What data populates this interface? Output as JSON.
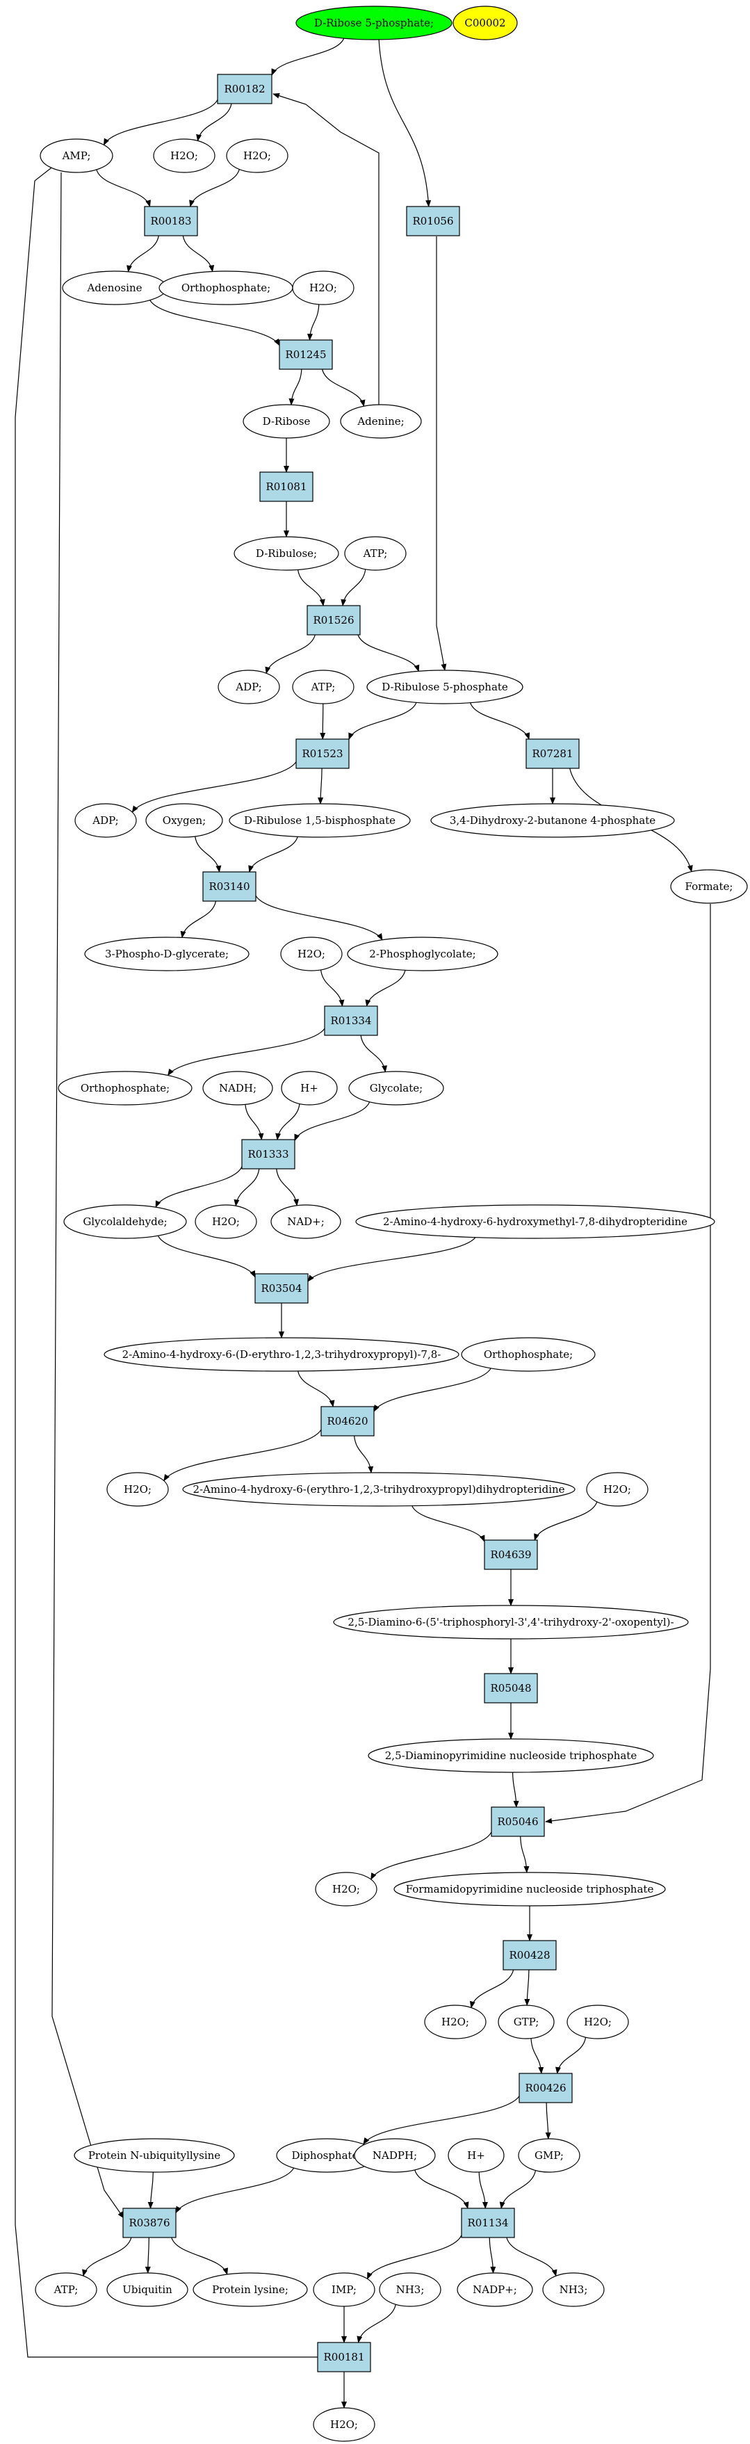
{
  "colors": {
    "reaction_fill": "#add8e6",
    "compound_fill": "#ffffff",
    "start_fill": "#00ff00",
    "highlight_fill": "#ffff00",
    "stroke": "#000000"
  },
  "nodes": [
    {
      "id": "n_d_ribose_5p",
      "label": "D-Ribose 5-phosphate;",
      "kind": "start"
    },
    {
      "id": "n_c00002",
      "label": "C00002",
      "kind": "highlight"
    },
    {
      "id": "r_R00182",
      "label": "R00182",
      "kind": "reaction"
    },
    {
      "id": "n_amp",
      "label": "AMP;",
      "kind": "compound"
    },
    {
      "id": "n_h2o_1",
      "label": "H2O;",
      "kind": "compound"
    },
    {
      "id": "n_h2o_2",
      "label": "H2O;",
      "kind": "compound"
    },
    {
      "id": "r_R01056",
      "label": "R01056",
      "kind": "reaction"
    },
    {
      "id": "r_R00183",
      "label": "R00183",
      "kind": "reaction"
    },
    {
      "id": "n_adenosine",
      "label": "Adenosine",
      "kind": "compound"
    },
    {
      "id": "n_orthophosphate_1",
      "label": "Orthophosphate;",
      "kind": "compound"
    },
    {
      "id": "n_h2o_3",
      "label": "H2O;",
      "kind": "compound"
    },
    {
      "id": "r_R01245",
      "label": "R01245",
      "kind": "reaction"
    },
    {
      "id": "n_d_ribose",
      "label": "D-Ribose",
      "kind": "compound"
    },
    {
      "id": "n_adenine",
      "label": "Adenine;",
      "kind": "compound"
    },
    {
      "id": "r_R01081",
      "label": "R01081",
      "kind": "reaction"
    },
    {
      "id": "n_d_ribulose",
      "label": "D-Ribulose;",
      "kind": "compound"
    },
    {
      "id": "n_atp_1",
      "label": "ATP;",
      "kind": "compound"
    },
    {
      "id": "r_R01526",
      "label": "R01526",
      "kind": "reaction"
    },
    {
      "id": "n_adp_1",
      "label": "ADP;",
      "kind": "compound"
    },
    {
      "id": "n_atp_2",
      "label": "ATP;",
      "kind": "compound"
    },
    {
      "id": "n_d_ribulose_5p",
      "label": "D-Ribulose 5-phosphate",
      "kind": "compound"
    },
    {
      "id": "r_R01523",
      "label": "R01523",
      "kind": "reaction"
    },
    {
      "id": "r_R07281",
      "label": "R07281",
      "kind": "reaction"
    },
    {
      "id": "n_adp_2",
      "label": "ADP;",
      "kind": "compound"
    },
    {
      "id": "n_oxygen",
      "label": "Oxygen;",
      "kind": "compound"
    },
    {
      "id": "n_d_ribulose_15bp",
      "label": "D-Ribulose 1,5-bisphosphate",
      "kind": "compound"
    },
    {
      "id": "n_dihydroxy_butanone_4p",
      "label": "3,4-Dihydroxy-2-butanone 4-phosphate",
      "kind": "compound"
    },
    {
      "id": "n_formate",
      "label": "Formate;",
      "kind": "compound"
    },
    {
      "id": "r_R03140",
      "label": "R03140",
      "kind": "reaction"
    },
    {
      "id": "n_3_phospho_d_glycerate",
      "label": "3-Phospho-D-glycerate;",
      "kind": "compound"
    },
    {
      "id": "n_h2o_4",
      "label": "H2O;",
      "kind": "compound"
    },
    {
      "id": "n_2_phosphoglycolate",
      "label": "2-Phosphoglycolate;",
      "kind": "compound"
    },
    {
      "id": "r_R01334",
      "label": "R01334",
      "kind": "reaction"
    },
    {
      "id": "n_orthophosphate_2",
      "label": "Orthophosphate;",
      "kind": "compound"
    },
    {
      "id": "n_nadh",
      "label": "NADH;",
      "kind": "compound"
    },
    {
      "id": "n_hplus_1",
      "label": "H+",
      "kind": "compound"
    },
    {
      "id": "n_glycolate",
      "label": "Glycolate;",
      "kind": "compound"
    },
    {
      "id": "r_R01333",
      "label": "R01333",
      "kind": "reaction"
    },
    {
      "id": "n_glycolaldehyde",
      "label": "Glycolaldehyde;",
      "kind": "compound"
    },
    {
      "id": "n_h2o_5",
      "label": "H2O;",
      "kind": "compound"
    },
    {
      "id": "n_nadplus_1",
      "label": "NAD+;",
      "kind": "compound"
    },
    {
      "id": "n_hydroxymethyl_dihydropteridine",
      "label": "2-Amino-4-hydroxy-6-hydroxymethyl-7,8-dihydropteridine",
      "kind": "compound"
    },
    {
      "id": "r_R03504",
      "label": "R03504",
      "kind": "reaction"
    },
    {
      "id": "n_trihydroxypropyl_78",
      "label": "2-Amino-4-hydroxy-6-(D-erythro-1,2,3-trihydroxypropyl)-7,8-",
      "kind": "compound"
    },
    {
      "id": "n_orthophosphate_3",
      "label": "Orthophosphate;",
      "kind": "compound"
    },
    {
      "id": "r_R04620",
      "label": "R04620",
      "kind": "reaction"
    },
    {
      "id": "n_h2o_6",
      "label": "H2O;",
      "kind": "compound"
    },
    {
      "id": "n_trihydroxypropyl_dihydropteridine",
      "label": "2-Amino-4-hydroxy-6-(erythro-1,2,3-trihydroxypropyl)dihydropteridine",
      "kind": "compound"
    },
    {
      "id": "n_h2o_7",
      "label": "H2O;",
      "kind": "compound"
    },
    {
      "id": "r_R04639",
      "label": "R04639",
      "kind": "reaction"
    },
    {
      "id": "n_diamino_triphosphoryl",
      "label": "2,5-Diamino-6-(5'-triphosphoryl-3',4'-trihydroxy-2'-oxopentyl)-",
      "kind": "compound"
    },
    {
      "id": "r_R05048",
      "label": "R05048",
      "kind": "reaction"
    },
    {
      "id": "n_diaminopyrimidine_ntp",
      "label": "2,5-Diaminopyrimidine nucleoside triphosphate",
      "kind": "compound"
    },
    {
      "id": "r_R05046",
      "label": "R05046",
      "kind": "reaction"
    },
    {
      "id": "n_h2o_8",
      "label": "H2O;",
      "kind": "compound"
    },
    {
      "id": "n_formamidopyrimidine_ntp",
      "label": "Formamidopyrimidine nucleoside triphosphate",
      "kind": "compound"
    },
    {
      "id": "r_R00428",
      "label": "R00428",
      "kind": "reaction"
    },
    {
      "id": "n_h2o_9",
      "label": "H2O;",
      "kind": "compound"
    },
    {
      "id": "n_gtp",
      "label": "GTP;",
      "kind": "compound"
    },
    {
      "id": "n_h2o_10",
      "label": "H2O;",
      "kind": "compound"
    },
    {
      "id": "r_R00426",
      "label": "R00426",
      "kind": "reaction"
    },
    {
      "id": "n_protein_n_ubiquityllysine",
      "label": "Protein N-ubiquityllysine",
      "kind": "compound"
    },
    {
      "id": "n_diphosphate",
      "label": "Diphosphate;",
      "kind": "compound"
    },
    {
      "id": "n_nadph",
      "label": "NADPH;",
      "kind": "compound"
    },
    {
      "id": "n_hplus_2",
      "label": "H+",
      "kind": "compound"
    },
    {
      "id": "n_gmp",
      "label": "GMP;",
      "kind": "compound"
    },
    {
      "id": "r_R03876",
      "label": "R03876",
      "kind": "reaction"
    },
    {
      "id": "r_R01134",
      "label": "R01134",
      "kind": "reaction"
    },
    {
      "id": "n_atp_3",
      "label": "ATP;",
      "kind": "compound"
    },
    {
      "id": "n_ubiquitin",
      "label": "Ubiquitin",
      "kind": "compound"
    },
    {
      "id": "n_protein_lysine",
      "label": "Protein lysine;",
      "kind": "compound"
    },
    {
      "id": "n_imp",
      "label": "IMP;",
      "kind": "compound"
    },
    {
      "id": "n_nh3_1",
      "label": "NH3;",
      "kind": "compound"
    },
    {
      "id": "n_nadpplus",
      "label": "NADP+;",
      "kind": "compound"
    },
    {
      "id": "n_nh3_2",
      "label": "NH3;",
      "kind": "compound"
    },
    {
      "id": "r_R00181",
      "label": "R00181",
      "kind": "reaction"
    },
    {
      "id": "n_h2o_11",
      "label": "H2O;",
      "kind": "compound"
    }
  ],
  "edges": [
    [
      "n_d_ribose_5p",
      "r_R00182"
    ],
    [
      "n_d_ribose_5p",
      "r_R01056"
    ],
    [
      "r_R00182",
      "n_amp"
    ],
    [
      "r_R00182",
      "n_h2o_1"
    ],
    [
      "n_amp",
      "r_R00183"
    ],
    [
      "n_h2o_2",
      "r_R00183"
    ],
    [
      "r_R00183",
      "n_adenosine"
    ],
    [
      "r_R00183",
      "n_orthophosphate_1"
    ],
    [
      "n_adenosine",
      "r_R01245"
    ],
    [
      "n_h2o_3",
      "r_R01245"
    ],
    [
      "r_R01245",
      "n_d_ribose"
    ],
    [
      "r_R01245",
      "n_adenine"
    ],
    [
      "n_adenine",
      "r_R00182"
    ],
    [
      "n_d_ribose",
      "r_R01081"
    ],
    [
      "r_R01081",
      "n_d_ribulose"
    ],
    [
      "n_d_ribulose",
      "r_R01526"
    ],
    [
      "n_atp_1",
      "r_R01526"
    ],
    [
      "r_R01526",
      "n_adp_1"
    ],
    [
      "r_R01526",
      "n_d_ribulose_5p"
    ],
    [
      "r_R01056",
      "n_d_ribulose_5p"
    ],
    [
      "n_atp_2",
      "r_R01523"
    ],
    [
      "n_d_ribulose_5p",
      "r_R01523"
    ],
    [
      "n_d_ribulose_5p",
      "r_R07281"
    ],
    [
      "r_R01523",
      "n_adp_2"
    ],
    [
      "r_R01523",
      "n_d_ribulose_15bp"
    ],
    [
      "r_R07281",
      "n_dihydroxy_butanone_4p"
    ],
    [
      "r_R07281",
      "n_formate"
    ],
    [
      "n_oxygen",
      "r_R03140"
    ],
    [
      "n_d_ribulose_15bp",
      "r_R03140"
    ],
    [
      "r_R03140",
      "n_3_phospho_d_glycerate"
    ],
    [
      "r_R03140",
      "n_2_phosphoglycolate"
    ],
    [
      "n_h2o_4",
      "r_R01334"
    ],
    [
      "n_2_phosphoglycolate",
      "r_R01334"
    ],
    [
      "r_R01334",
      "n_orthophosphate_2"
    ],
    [
      "r_R01334",
      "n_glycolate"
    ],
    [
      "n_nadh",
      "r_R01333"
    ],
    [
      "n_hplus_1",
      "r_R01333"
    ],
    [
      "n_glycolate",
      "r_R01333"
    ],
    [
      "r_R01333",
      "n_glycolaldehyde"
    ],
    [
      "r_R01333",
      "n_h2o_5"
    ],
    [
      "r_R01333",
      "n_nadplus_1"
    ],
    [
      "n_glycolaldehyde",
      "r_R03504"
    ],
    [
      "n_hydroxymethyl_dihydropteridine",
      "r_R03504"
    ],
    [
      "r_R03504",
      "n_trihydroxypropyl_78"
    ],
    [
      "n_trihydroxypropyl_78",
      "r_R04620"
    ],
    [
      "n_orthophosphate_3",
      "r_R04620"
    ],
    [
      "r_R04620",
      "n_h2o_6"
    ],
    [
      "r_R04620",
      "n_trihydroxypropyl_dihydropteridine"
    ],
    [
      "n_trihydroxypropyl_dihydropteridine",
      "r_R04639"
    ],
    [
      "n_h2o_7",
      "r_R04639"
    ],
    [
      "r_R04639",
      "n_diamino_triphosphoryl"
    ],
    [
      "n_diamino_triphosphoryl",
      "r_R05048"
    ],
    [
      "r_R05048",
      "n_diaminopyrimidine_ntp"
    ],
    [
      "n_diaminopyrimidine_ntp",
      "r_R05046"
    ],
    [
      "n_formate",
      "r_R05046"
    ],
    [
      "r_R05046",
      "n_h2o_8"
    ],
    [
      "r_R05046",
      "n_formamidopyrimidine_ntp"
    ],
    [
      "n_formamidopyrimidine_ntp",
      "r_R00428"
    ],
    [
      "r_R00428",
      "n_h2o_9"
    ],
    [
      "r_R00428",
      "n_gtp"
    ],
    [
      "n_gtp",
      "r_R00426"
    ],
    [
      "n_h2o_10",
      "r_R00426"
    ],
    [
      "r_R00426",
      "n_diphosphate"
    ],
    [
      "r_R00426",
      "n_gmp"
    ],
    [
      "n_protein_n_ubiquityllysine",
      "r_R03876"
    ],
    [
      "n_diphosphate",
      "r_R03876"
    ],
    [
      "n_amp",
      "r_R03876"
    ],
    [
      "r_R03876",
      "n_atp_3"
    ],
    [
      "r_R03876",
      "n_ubiquitin"
    ],
    [
      "r_R03876",
      "n_protein_lysine"
    ],
    [
      "n_nadph",
      "r_R01134"
    ],
    [
      "n_hplus_2",
      "r_R01134"
    ],
    [
      "n_gmp",
      "r_R01134"
    ],
    [
      "r_R01134",
      "n_imp"
    ],
    [
      "r_R01134",
      "n_nadpplus"
    ],
    [
      "r_R01134",
      "n_nh3_2"
    ],
    [
      "n_imp",
      "r_R00181"
    ],
    [
      "n_nh3_1",
      "r_R00181"
    ],
    [
      "r_R00181",
      "n_h2o_11"
    ],
    [
      "r_R00181",
      "n_amp"
    ]
  ]
}
